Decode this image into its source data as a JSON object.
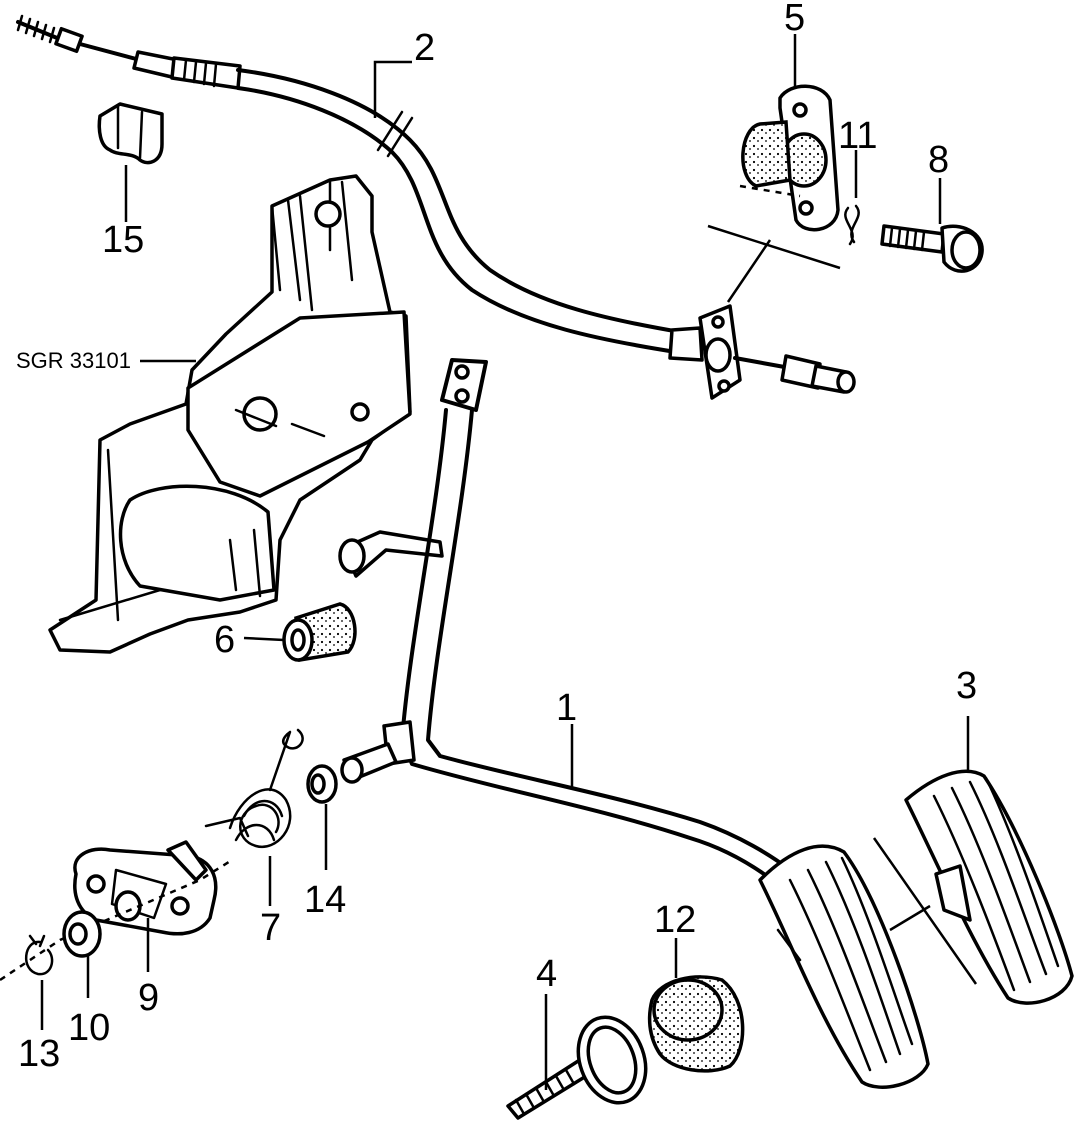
{
  "reference_code": "SGR 33101",
  "callouts": {
    "c1": "1",
    "c2": "2",
    "c3": "3",
    "c4": "4",
    "c5": "5",
    "c6": "6",
    "c7": "7",
    "c8": "8",
    "c9": "9",
    "c10": "10",
    "c11": "11",
    "c12": "12",
    "c13": "13",
    "c14": "14",
    "c15": "15"
  }
}
